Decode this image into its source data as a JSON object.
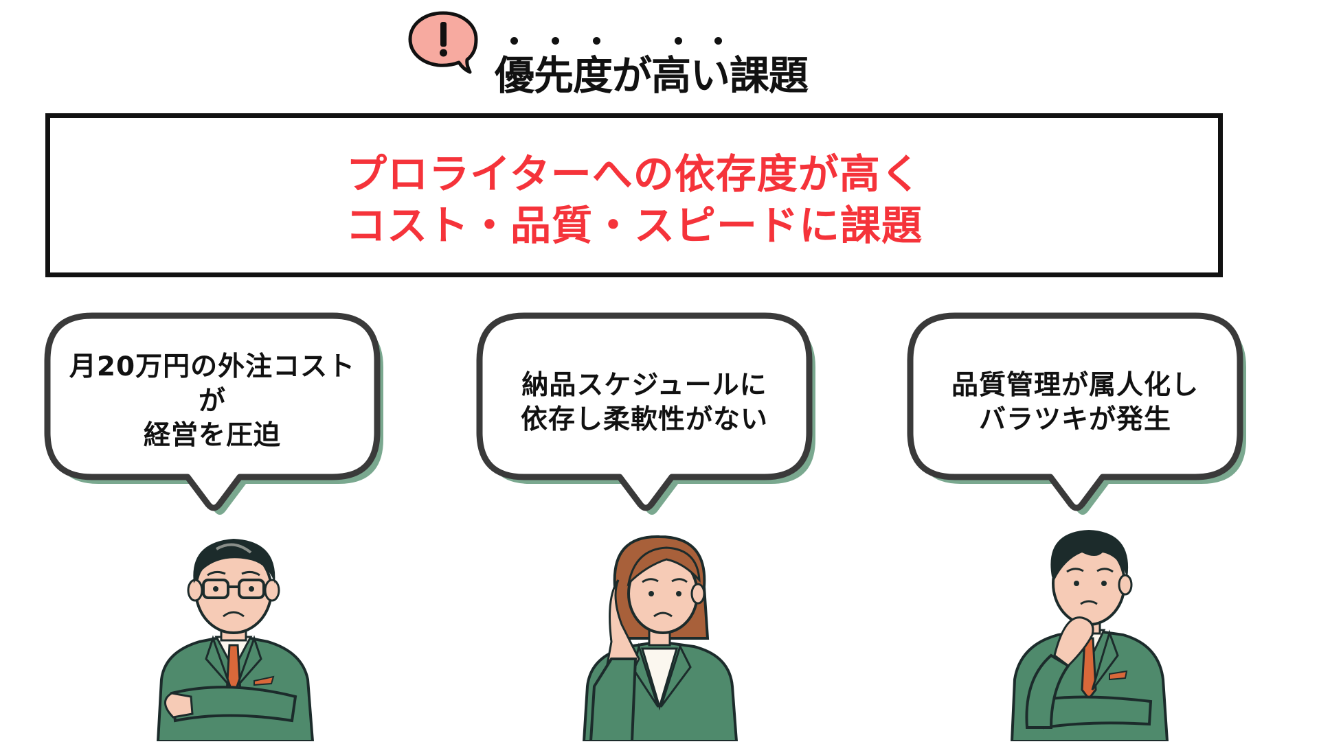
{
  "header": {
    "icon": "exclamation-speech-bubble-icon",
    "title": "優先度が高い課題",
    "emphasis_dots_over": [
      "優",
      "先",
      "度",
      "高",
      "い"
    ]
  },
  "headline": {
    "lines": [
      "プロライターへの依存度が高く",
      "コスト・品質・スピードに課題"
    ],
    "color": "#f5333a"
  },
  "bubbles": [
    {
      "lines": [
        "月20万円の外注コスト",
        "が",
        "経営を圧迫"
      ],
      "speaker": "senior-manager-arms-crossed"
    },
    {
      "lines": [
        "納品スケジュールに",
        "依存し柔軟性がない"
      ],
      "speaker": "woman-hand-on-cheek"
    },
    {
      "lines": [
        "品質管理が属人化し",
        "バラツキが発生"
      ],
      "speaker": "man-hand-on-chin"
    }
  ],
  "colors": {
    "bubble_stroke": "#3a3a3a",
    "bubble_shadow": "#7aa88f",
    "suit": "#4f8a6c",
    "skin": "#f6cbb6",
    "tie": "#d9683a",
    "icon_fill": "#f7aaa0"
  }
}
